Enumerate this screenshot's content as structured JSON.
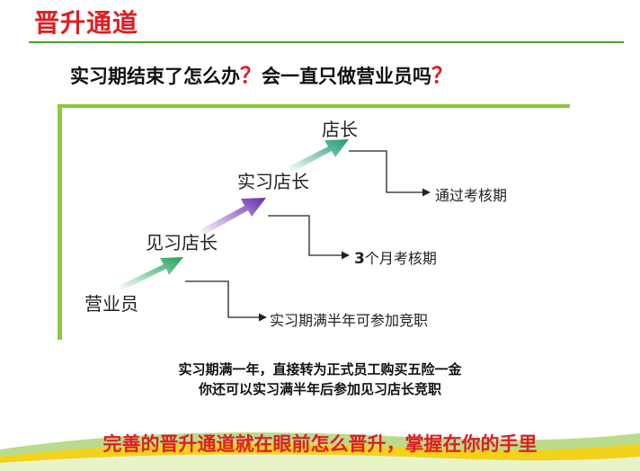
{
  "header": {
    "title": "晋升通道",
    "question_part1": "实习期结束了怎么办",
    "question_mark1": "？",
    "question_part2": "会一直只做营业员吗",
    "question_mark2": "？"
  },
  "diagram": {
    "nodes": [
      "营业员",
      "见习店长",
      "实习店长",
      "店长"
    ],
    "steps": [
      {
        "prefix": "",
        "num": "",
        "text": "实习期满半年可参加竞职"
      },
      {
        "prefix": "",
        "num": "3",
        "text": "个月考核期"
      },
      {
        "prefix": "",
        "num": "",
        "text": "通过考核期"
      }
    ]
  },
  "summary": {
    "line1": "实习期满一年，直接转为正式员工购买五险一金",
    "line2": "你还可以实习满半年后参加见习店长竞职"
  },
  "footer": {
    "banner": "完善的晋升通道就在眼前怎么晋升，掌握在你的手里"
  },
  "colors": {
    "accent_red": "#e21b23",
    "frame_green": "#8dc63f",
    "rule_green": "#4aa02c",
    "arrow_green": "#1fa35a",
    "arrow_purple": "#6a2bb0"
  }
}
